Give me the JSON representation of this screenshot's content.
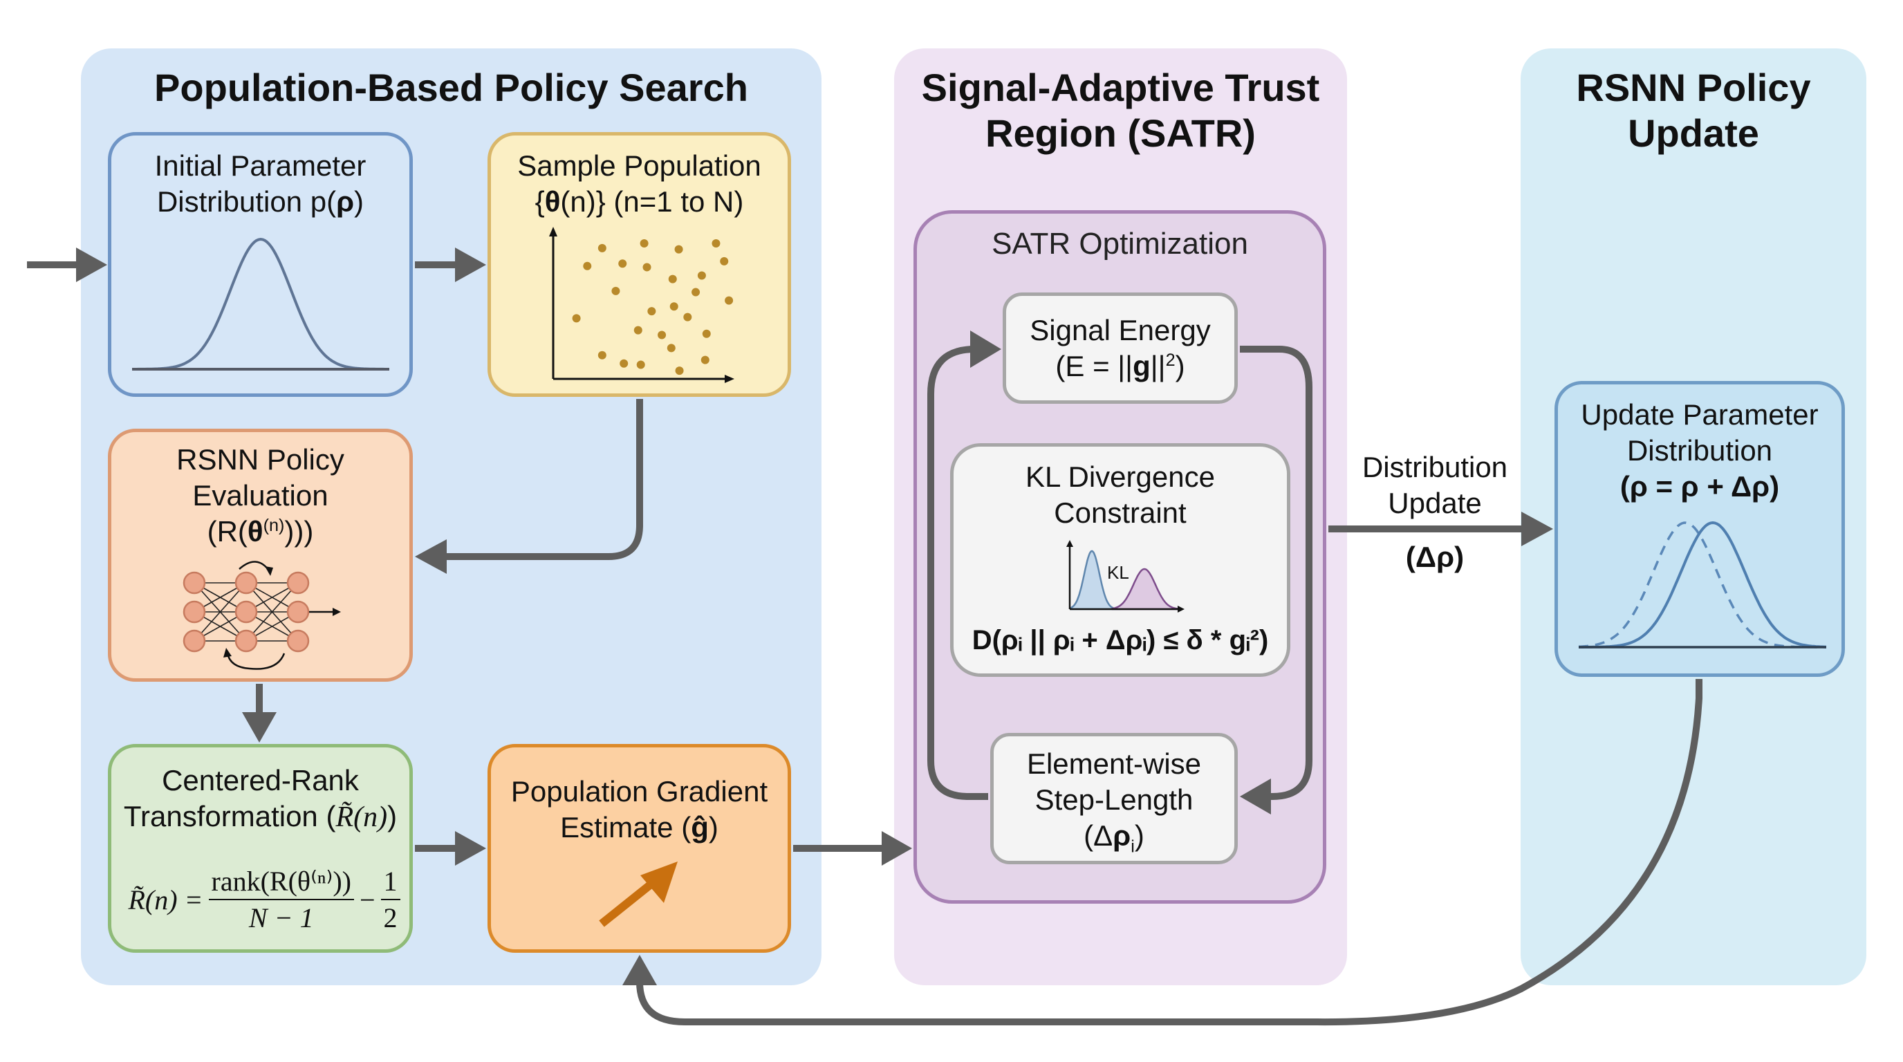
{
  "panels": {
    "population_search": {
      "title": "Population-Based Policy Search",
      "color": "#d6e6f7"
    },
    "satr": {
      "title_line1": "Signal-Adaptive Trust",
      "title_line2": "Region (SATR)",
      "color": "#efe3f3"
    },
    "policy_update": {
      "title_line1": "RSNN Policy",
      "title_line2": "Update",
      "color": "#d7edf6"
    }
  },
  "boxes": {
    "initial_distribution": {
      "line1": "Initial Parameter",
      "line2_prefix": "Distribution p(",
      "line2_symbol": "ρ",
      "line2_suffix": ")",
      "icon": "gaussian-curve-icon"
    },
    "sample_population": {
      "line1": "Sample Population",
      "line2_open": "{",
      "line2_symbol": "θ",
      "line2_rest": "(n)} (n=1 to N)",
      "icon": "scatter-plot-icon"
    },
    "rsnn_evaluation": {
      "line1": "RSNN Policy",
      "line2": "Evaluation",
      "line3_prefix": "(R(",
      "line3_symbol": "θ",
      "line3_sup": "(n)",
      "line3_suffix": ")))",
      "icon": "recurrent-network-icon"
    },
    "centered_rank": {
      "line1": "Centered-Rank",
      "line2_prefix": "Transformation (",
      "line2_math": "R̃(n)",
      "line2_suffix": ")",
      "formula_lhs": "R̃(n) =",
      "formula_numerator": "rank(R(θ⁽ⁿ⁾))",
      "formula_denominator": "N − 1",
      "formula_minus": "−",
      "formula_half_num": "1",
      "formula_half_den": "2"
    },
    "gradient_estimate": {
      "line1": "Population Gradient",
      "line2_prefix": "Estimate (",
      "line2_symbol": "ĝ",
      "line2_suffix": ")",
      "icon": "gradient-arrow-icon"
    },
    "satr_optimization": {
      "title": "SATR Optimization"
    },
    "signal_energy": {
      "line1": "Signal Energy",
      "line2_prefix": "(E = ||",
      "line2_symbol": "g",
      "line2_mid": "||",
      "line2_sup": "2",
      "line2_suffix": ")"
    },
    "kl_constraint": {
      "line1": "KL Divergence",
      "line2": "Constraint",
      "plot_label": "KL",
      "formula": "D(ρᵢ || ρᵢ + Δρᵢ) ≤ δ * gᵢ²)"
    },
    "step_length": {
      "line1": "Element-wise",
      "line2": "Step-Length",
      "line3_prefix": "(Δ",
      "line3_symbol": "ρ",
      "line3_sub": "i",
      "line3_suffix": ")"
    },
    "update_distribution": {
      "line1": "Update Parameter",
      "line2": "Distribution",
      "line3": "(ρ = ρ + Δρ)",
      "icon": "shifted-gaussian-icon"
    }
  },
  "edge_labels": {
    "distribution_update_line1": "Distribution",
    "distribution_update_line2": "Update",
    "distribution_update_symbol": "(Δρ)"
  },
  "colors": {
    "arrow": "#5e5e5e",
    "initial_border": "#6f95c6",
    "sample_fill": "#fbefc4",
    "sample_border": "#d9b76a",
    "eval_fill": "#fbdcc2",
    "eval_border": "#dd9a72",
    "rank_fill": "#dcebd3",
    "rank_border": "#8fbb78",
    "grad_fill": "#fcd0a2",
    "grad_border": "#dc8a2a",
    "satr_inner_fill": "#e4d5e9",
    "satr_inner_border": "#a781b4",
    "gray_box_fill": "#f4f4f4",
    "gray_box_border": "#a6a6a6",
    "update_fill": "#c6e3f3",
    "update_border": "#6e9cc6",
    "dot": "#b8892a",
    "neuron": "#eba589"
  }
}
